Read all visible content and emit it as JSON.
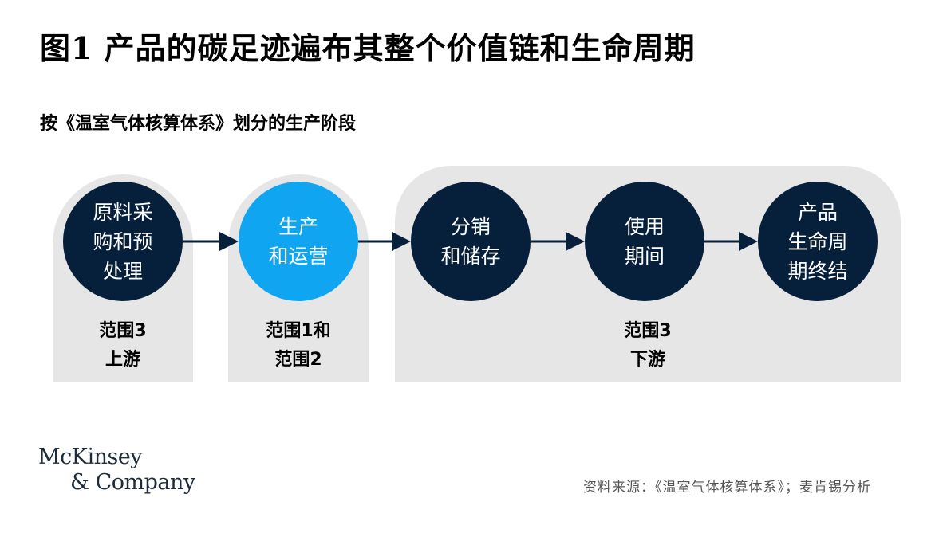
{
  "title": "图1 产品的碳足迹遍布其整个价值链和生命周期",
  "subtitle": "按《温室气体核算体系》划分的生产阶段",
  "stages": [
    {
      "label": "原料采\n购和预\n处理",
      "highlight": false
    },
    {
      "label": "生产\n和运营",
      "highlight": true
    },
    {
      "label": "分销\n和储存",
      "highlight": false
    },
    {
      "label": "使用\n期间",
      "highlight": false
    },
    {
      "label": "产品\n生命周\n期终结",
      "highlight": false
    }
  ],
  "scopes": [
    {
      "label": "范围3\n上游"
    },
    {
      "label": "范围1和\n范围2"
    },
    {
      "label": "范围3\n下游"
    }
  ],
  "logo": {
    "line1": "McKinsey",
    "line2": "& Company"
  },
  "source": "资料来源：《温室气体核算体系》；麦肯锡分析",
  "colors": {
    "node": "#061f3b",
    "highlight": "#0fa5f0",
    "panel": "#e6e6e6",
    "arrow": "#061f3b"
  }
}
